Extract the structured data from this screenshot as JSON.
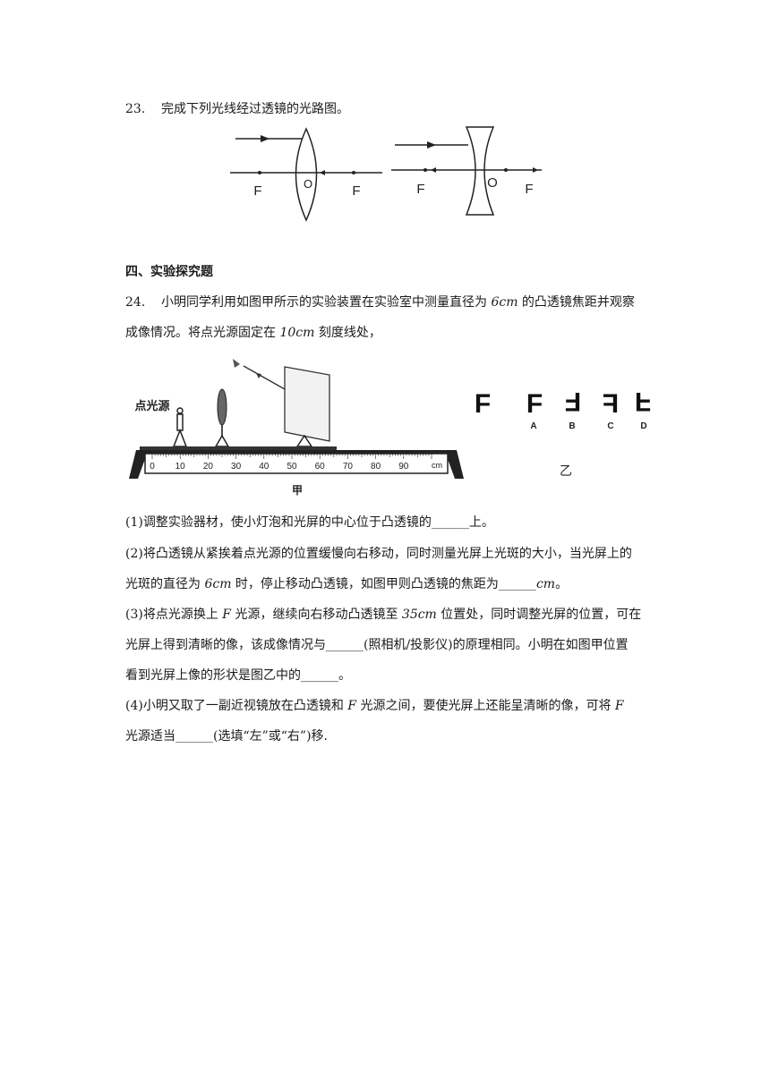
{
  "q23": {
    "number": "23.",
    "text": "完成下列光线经过透镜的光路图。",
    "diagram": {
      "focus_label": "F",
      "center_label": "O"
    }
  },
  "section": {
    "title": "四、实验探究题"
  },
  "q24": {
    "number": "24.",
    "line1_a": "小明同学利用如图甲所示的实验装置在实验室中测量直径为 ",
    "line1_var": "6cm",
    "line1_b": " 的凸透镜焦距并观察",
    "line2_a": "成像情况。将点光源固定在 ",
    "line2_var": "10cm",
    "line2_b": " 刻度线处，",
    "fig_jia": {
      "source_label": "点光源",
      "caption": "甲",
      "ruler_ticks": [
        "0",
        "10",
        "20",
        "30",
        "40",
        "50",
        "60",
        "70",
        "80",
        "90"
      ],
      "ruler_unit": "cm"
    },
    "fig_yi": {
      "caption": "乙",
      "letters": [
        "F",
        "F",
        "F",
        "F",
        "F"
      ],
      "option_labels": [
        "A",
        "B",
        "C",
        "D"
      ]
    },
    "p1": "(1)调整实验器材，使小灯泡和光屏的中心位于凸透镜的______上。",
    "p2_l1": "(2)将凸透镜从紧挨着点光源的位置缓慢向右移动，同时测量光屏上光斑的大小，当光屏上的",
    "p2_l2_a": "光斑的直径为 ",
    "p2_l2_var": "6cm",
    "p2_l2_b": " 时，停止移动凸透镜，如图甲则凸透镜的焦距为______",
    "p2_l2_unit": "cm",
    "p2_l2_end": "。",
    "p3_l1_a": "(3)将点光源换上 ",
    "p3_l1_var": "F",
    "p3_l1_b": " 光源，继续向右移动凸透镜至 ",
    "p3_l1_var2": "35cm",
    "p3_l1_c": " 位置处，同时调整光屏的位置，可在",
    "p3_l2": "光屏上得到清晰的像，该成像情况与______(照相机/投影仪)的原理相同。小明在如图甲位置",
    "p3_l3": "看到光屏上像的形状是图乙中的______。",
    "p4_l1_a": "(4)小明又取了一副近视镜放在凸透镜和 ",
    "p4_l1_var": "F",
    "p4_l1_b": " 光源之间，要使光屏上还能呈清晰的像，可将 ",
    "p4_l1_var2": "F",
    "p4_l2": "光源适当______(选填“左”或“右”)移."
  }
}
